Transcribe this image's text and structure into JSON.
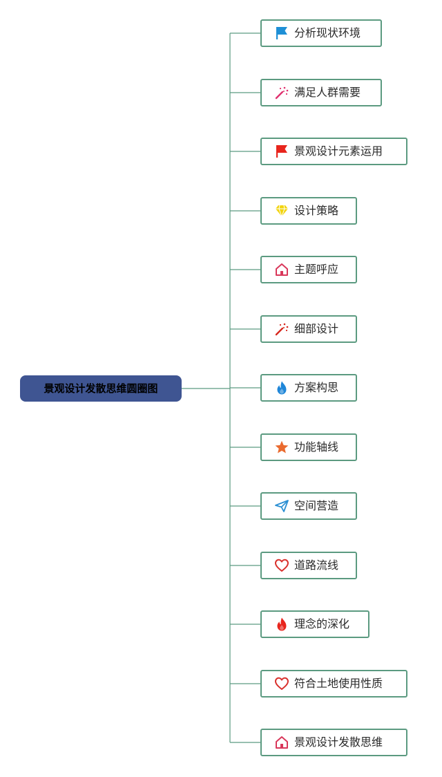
{
  "root": {
    "label": "景观设计发散思维圆圈图"
  },
  "branches": [
    {
      "label": "分析现状环境",
      "icon": "flag-icon",
      "color": "#1e8fd6"
    },
    {
      "label": "满足人群需要",
      "icon": "magic-wand-icon",
      "color": "#e0306e"
    },
    {
      "label": "景观设计元素运用",
      "icon": "flag-icon",
      "color": "#e8251d"
    },
    {
      "label": "设计策略",
      "icon": "diamond-icon",
      "color": "#f2d40f"
    },
    {
      "label": "主题呼应",
      "icon": "house-icon",
      "color": "#d9375a"
    },
    {
      "label": "细部设计",
      "icon": "magic-wand-icon",
      "color": "#d7281e"
    },
    {
      "label": "方案构思",
      "icon": "flame-icon",
      "color": "#1f86d8"
    },
    {
      "label": "功能轴线",
      "icon": "star-icon",
      "color": "#ea6a2e"
    },
    {
      "label": "空间营造",
      "icon": "paper-plane-icon",
      "color": "#2a8fd3"
    },
    {
      "label": "道路流线",
      "icon": "heart-icon",
      "color": "#d9302c"
    },
    {
      "label": "理念的深化",
      "icon": "flame-icon",
      "color": "#e8251d"
    },
    {
      "label": "符合土地使用性质",
      "icon": "heart-icon",
      "color": "#d9302c"
    },
    {
      "label": "景观设计发散思维",
      "icon": "house-icon",
      "color": "#d9375a"
    }
  ]
}
